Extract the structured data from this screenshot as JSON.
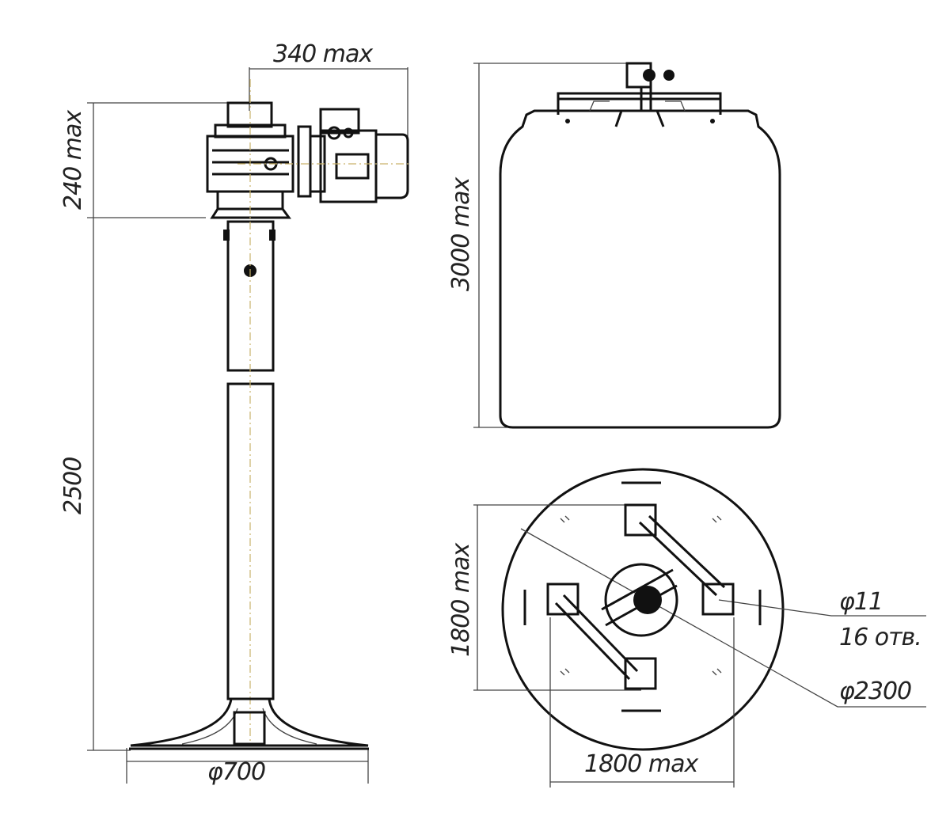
{
  "drawing": {
    "side_view": {
      "motor_width": "340 max",
      "drive_height": "240 max",
      "shaft_length": "2500",
      "base_diameter": "φ700"
    },
    "tank_view": {
      "tank_height": "3000 max"
    },
    "top_view": {
      "frame_height": "1800 max",
      "frame_width": "1800 max",
      "hole_diameter": "φ11",
      "hole_count": "16 отв.",
      "tank_diameter": "φ2300"
    }
  }
}
